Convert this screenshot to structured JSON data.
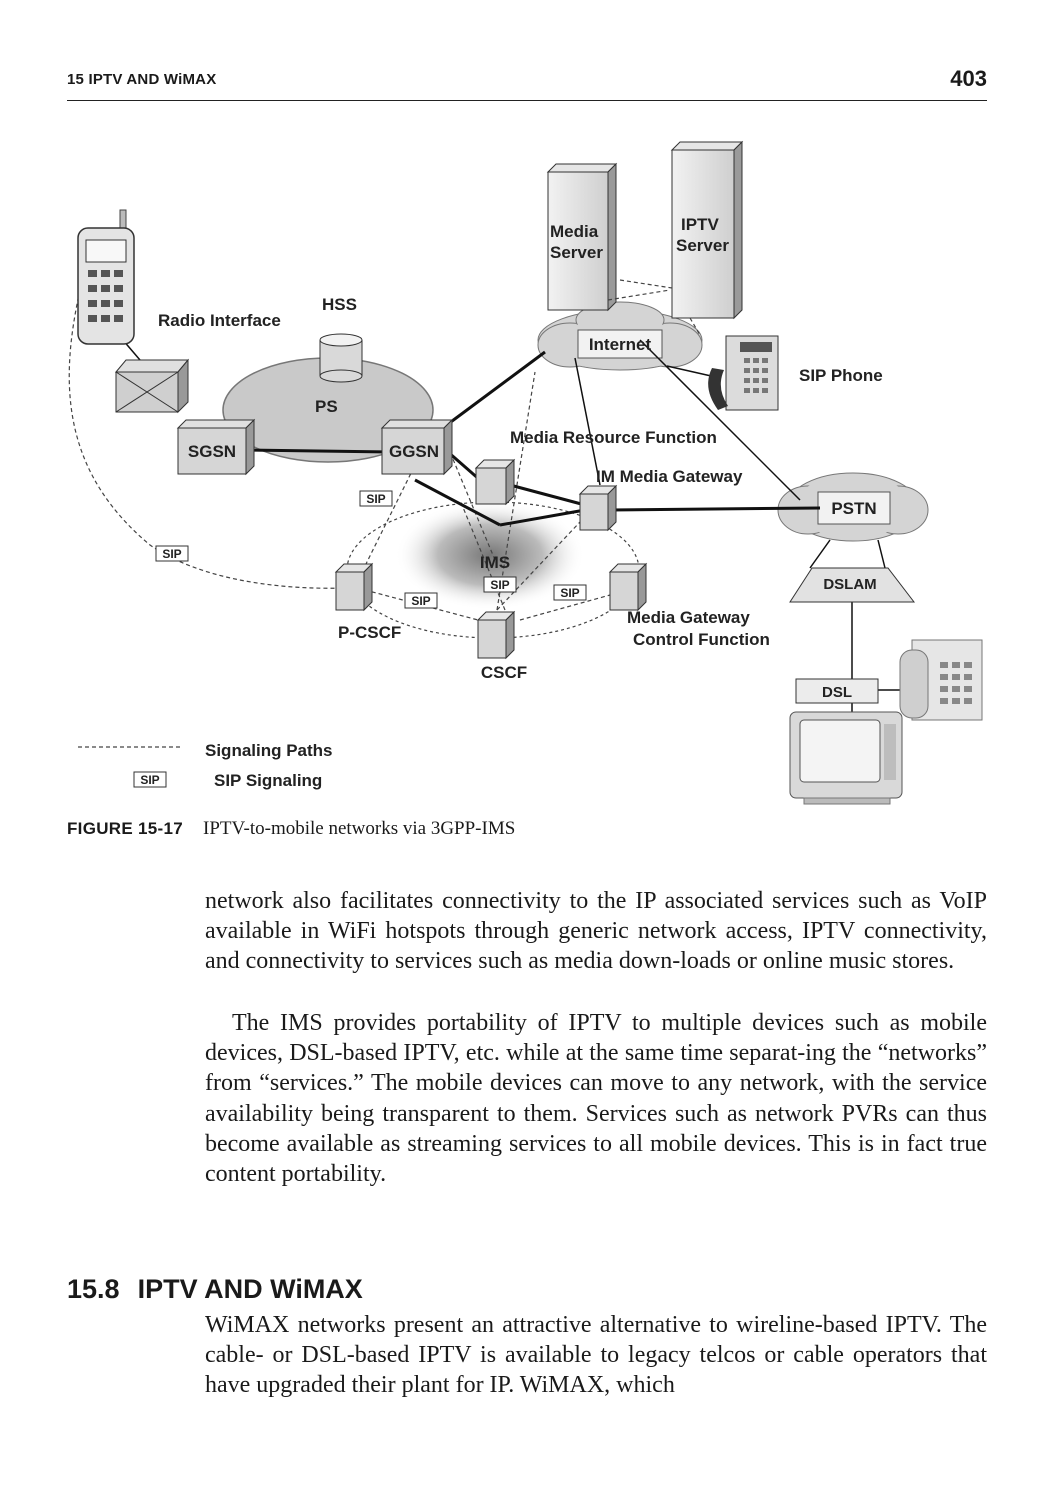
{
  "header": {
    "running_title": "15  IPTV AND WiMAX",
    "page_number": "403"
  },
  "figure": {
    "labels": {
      "media_server_1": "Media",
      "media_server_2": "Server",
      "iptv_server_1": "IPTV",
      "iptv_server_2": "Server",
      "internet": "Internet",
      "sip_phone": "SIP Phone",
      "radio_interface": "Radio Interface",
      "hss": "HSS",
      "ps": "PS",
      "sgsn": "SGSN",
      "ggsn": "GGSN",
      "mrf": "Media Resource Function",
      "im_media_gateway": "IM Media Gateway",
      "pstn": "PSTN",
      "dslam": "DSLAM",
      "ims": "IMS",
      "pcscf": "P-CSCF",
      "cscf": "CSCF",
      "mgcf_1": "Media Gateway",
      "mgcf_2": "Control Function",
      "dsl": "DSL",
      "sip": "SIP"
    },
    "legend": {
      "signaling_paths": "Signaling Paths",
      "sip_signaling": "SIP Signaling",
      "sip_tag": "SIP"
    }
  },
  "caption": {
    "label": "FIGURE 15-17",
    "text": "IPTV-to-mobile networks via 3GPP-IMS"
  },
  "paragraphs": [
    "network also facilitates connectivity to the IP associated services such as VoIP available in WiFi hotspots through generic network access, IPTV connectivity, and connectivity to services such as media down-loads or online music stores.",
    "The IMS provides portability of IPTV to multiple devices such as mobile devices, DSL-based IPTV, etc. while at the same time separat-ing the “networks” from “services.” The mobile devices can move to any network, with the service availability being transparent to them. Services such as network PVRs can thus become available as streaming services to all mobile devices. This is in fact true content portability."
  ],
  "section": {
    "number": "15.8",
    "title": "IPTV AND WiMAX",
    "paragraph": "WiMAX networks present an attractive alternative to wireline-based IPTV. The cable- or DSL-based IPTV is available to legacy telcos or cable operators that have upgraded their plant for IP. WiMAX, which"
  }
}
